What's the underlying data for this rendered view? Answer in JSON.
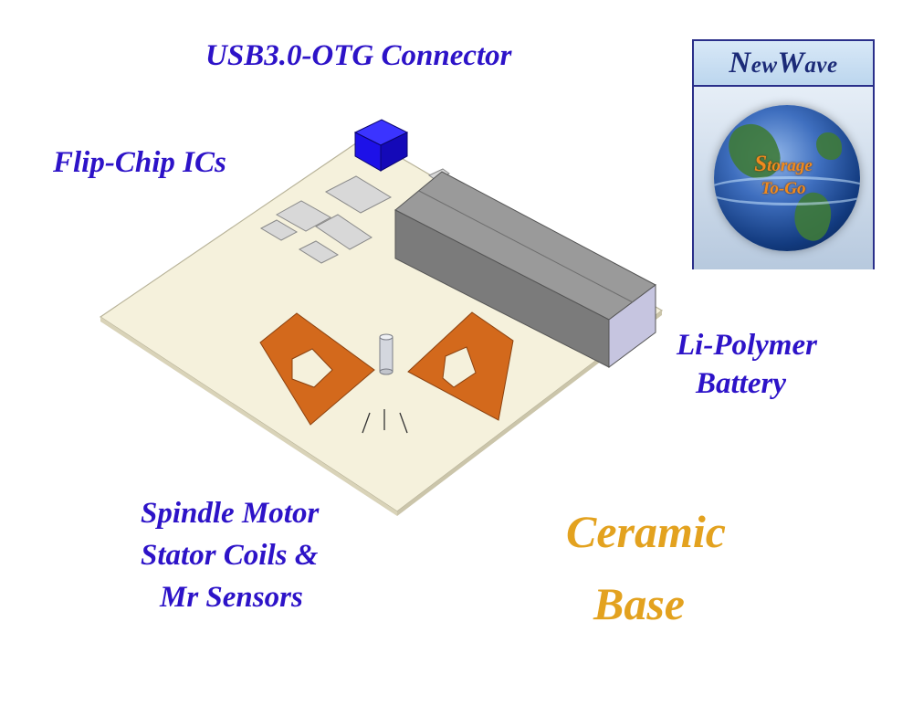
{
  "labels": {
    "usb_connector": "USB3.0-OTG Connector",
    "flip_chip": "Flip-Chip ICs",
    "battery_line1": "Li-Polymer",
    "battery_line2": "Battery",
    "spindle_line1": "Spindle Motor",
    "spindle_line2": "Stator Coils &",
    "spindle_line3": "Mr Sensors",
    "ceramic_line1": "Ceramic",
    "ceramic_line2": "Base"
  },
  "logo": {
    "title_initial_1": "N",
    "title_rest_1": "ew",
    "title_initial_2": "W",
    "title_rest_2": "ave",
    "slogan_initial": "S",
    "slogan_rest": "torage",
    "slogan_line2": "To-Go"
  },
  "colors": {
    "label_blue": "#2d13c8",
    "label_gold": "#e3a21f",
    "base": "#f5f1dc",
    "connector": "#1d11e8",
    "battery": "#8c8c8c",
    "coil": "#d3691c",
    "chip": "#d8d8d8"
  }
}
